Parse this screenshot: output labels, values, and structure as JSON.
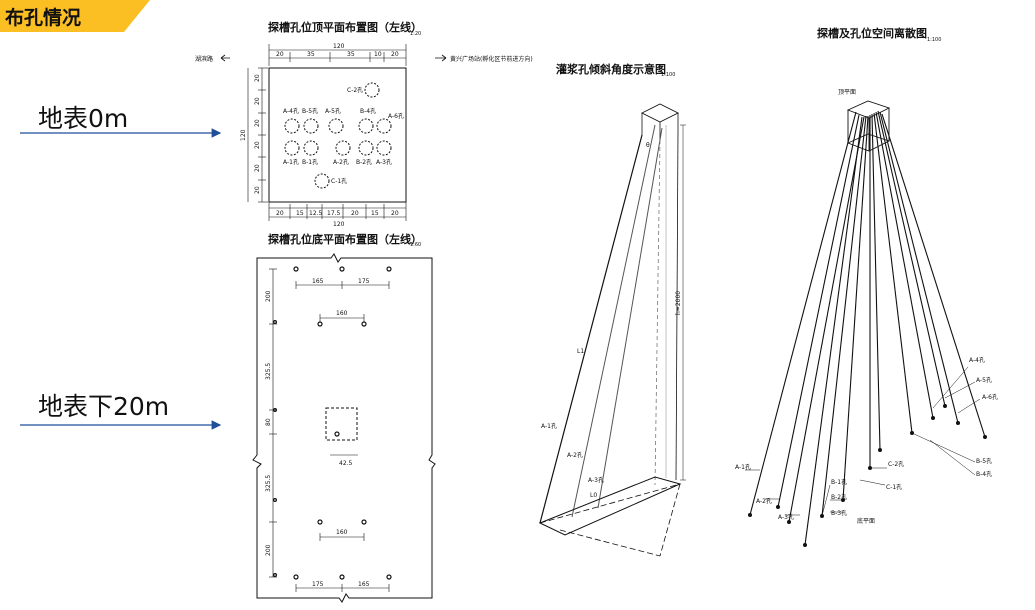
{
  "banner": {
    "title": "布孔情况",
    "color": "#fbbf24"
  },
  "levels": {
    "surface": "地表0m",
    "depth": "地表下20m"
  },
  "top_plan": {
    "title": "探槽孔位顶平面布置图（左线）",
    "scale": "1:20",
    "left_dir": "湖滨路",
    "right_dir": "黄兴广场站(孵化区节前进方向)",
    "dim_total": "120",
    "dims_top": [
      "20",
      "35",
      "35",
      "10",
      "20"
    ],
    "dims_bottom": [
      "20",
      "15",
      "12.5",
      "17.5",
      "20",
      "15",
      "20"
    ],
    "dims_left": [
      "20",
      "20",
      "20",
      "20",
      "20",
      "20"
    ],
    "height": "120",
    "holes": [
      "C-2孔",
      "A-4孔",
      "B-5孔",
      "A-5孔",
      "B-4孔",
      "A-6孔",
      "A-1孔",
      "B-1孔",
      "A-2孔",
      "B-2孔",
      "A-3孔",
      "C-1孔"
    ]
  },
  "bottom_plan": {
    "title": "探槽孔位底平面布置图（左线）",
    "scale": "1:60",
    "dims_top": [
      "165",
      "175"
    ],
    "dim_160a": "160",
    "dims_left": [
      "200",
      "325.5",
      "80",
      "325.5",
      "200"
    ],
    "dim_center": "42.5",
    "dim_160b": "160",
    "dims_bottom": [
      "175",
      "165"
    ]
  },
  "angle_diagram": {
    "title": "灌浆孔倾斜角度示意图",
    "scale": "1:100",
    "labels": [
      "L1",
      "A-1孔",
      "A-2孔",
      "A-3孔",
      "L0",
      "h=2000",
      "θ"
    ]
  },
  "space_diagram": {
    "title": "探槽及孔位空间离散图",
    "scale": "1:100",
    "top_label": "顶平面",
    "bottom_label": "底平面",
    "holes": [
      "A-4孔",
      "A-5孔",
      "A-6孔",
      "B-5孔",
      "B-4孔",
      "C-2孔",
      "C-1孔",
      "B-1孔",
      "B-2孔",
      "B-3孔",
      "A-1孔",
      "A-2孔",
      "A-3孔"
    ]
  }
}
